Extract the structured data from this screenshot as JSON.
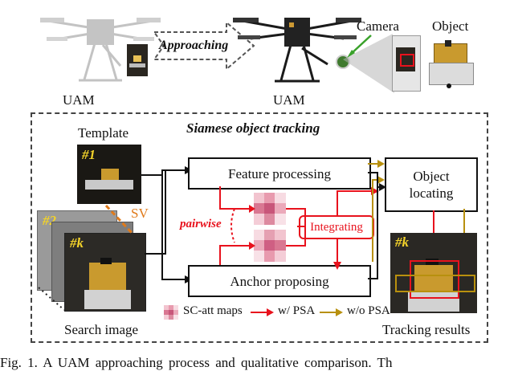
{
  "top": {
    "left_uam_label": "UAM",
    "right_uam_label": "UAM",
    "approaching_label": "Approaching",
    "camera_label": "Camera",
    "object_label": "Object"
  },
  "panel": {
    "title": "Siamese object tracking",
    "template_label": "Template",
    "template_index": "#1",
    "search_index_back": "#2",
    "search_index_front": "#k",
    "sv_label": "SV",
    "search_image_label": "Search image",
    "feature_processing": "Feature processing",
    "anchor_proposing": "Anchor proposing",
    "object_locating": "Object\nlocating",
    "pairwise_label": "pairwise",
    "integrating_label": "Integrating",
    "result_index": "#k",
    "tracking_results_label": "Tracking results"
  },
  "legend": {
    "sc_att": "SC-att maps",
    "with_psa": "w/ PSA",
    "without_psa": "w/o PSA"
  },
  "caption": "Fig. 1.    A UAM approaching process and qualitative comparison. Th",
  "colors": {
    "red": "#e8121d",
    "gold": "#b8900e",
    "orange": "#e07a1a",
    "pink": "#d9889c"
  }
}
